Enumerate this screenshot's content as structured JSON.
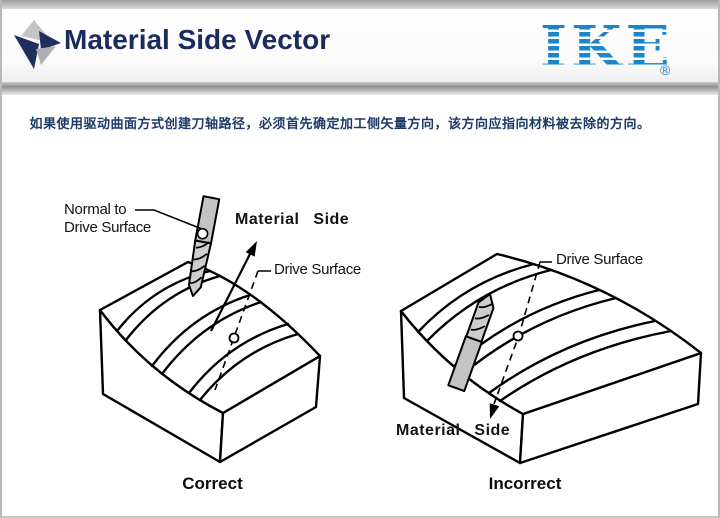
{
  "header": {
    "title": "Material Side Vector",
    "logo_icon": "pinwheel-arrow-logo",
    "brand": {
      "text": "IKE",
      "registered": "®"
    }
  },
  "note": {
    "text": "如果使用驱动曲面方式创建刀轴路径，必须首先确定加工侧矢量方向，该方向应指向材料被去除的方向。"
  },
  "figures": {
    "correct": {
      "normal_label_line1": "Normal to",
      "normal_label_line2": "Drive Surface",
      "material_side_label": "Material Side",
      "drive_surface_label": "Drive Surface",
      "caption": "Correct"
    },
    "incorrect": {
      "drive_surface_label": "Drive Surface",
      "material_side_label": "Material Side",
      "caption": "Incorrect"
    }
  },
  "colors": {
    "title_navy": "#1c2b5e",
    "brand_blue": "#1a86c8",
    "note_blue": "#1e3a66",
    "line_art": "#000000",
    "tool_gray": "#c4c4c4"
  }
}
